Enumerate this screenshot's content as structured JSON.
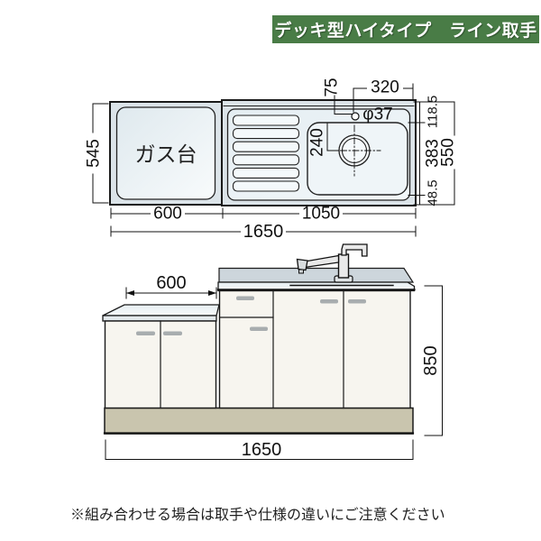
{
  "header": {
    "title": "デッキ型ハイタイプ　ライン取手"
  },
  "plan_view": {
    "gas_area_label": "ガス台",
    "dims": {
      "depth_gas": "545",
      "width_gas": "600",
      "width_sink": "1050",
      "width_total": "1650",
      "faucet_offset": "75",
      "faucet_span": "320",
      "faucet_hole": "φ37",
      "drain_offset": "240",
      "depth_back": "118.5",
      "depth_bowl": "383",
      "depth_front": "48.5",
      "depth_total": "550"
    }
  },
  "elevation_view": {
    "dims": {
      "width_gas": "600",
      "height_total": "850",
      "width_total": "1650"
    }
  },
  "footnote": {
    "text": "※組み合わせる場合は取手や仕様の違いにご注意ください"
  },
  "colors": {
    "header_green": "#497c46",
    "toe_kick_beige": "#c9c5ae",
    "cabinet_cream": "#f7f5ef",
    "counter_gray": "#eef3f6",
    "backsplash_gray": "#cdd6dc",
    "steel_surface": "#e9f0f4",
    "handle_gray": "#a8adaf",
    "line_black": "#1a1a1a"
  }
}
